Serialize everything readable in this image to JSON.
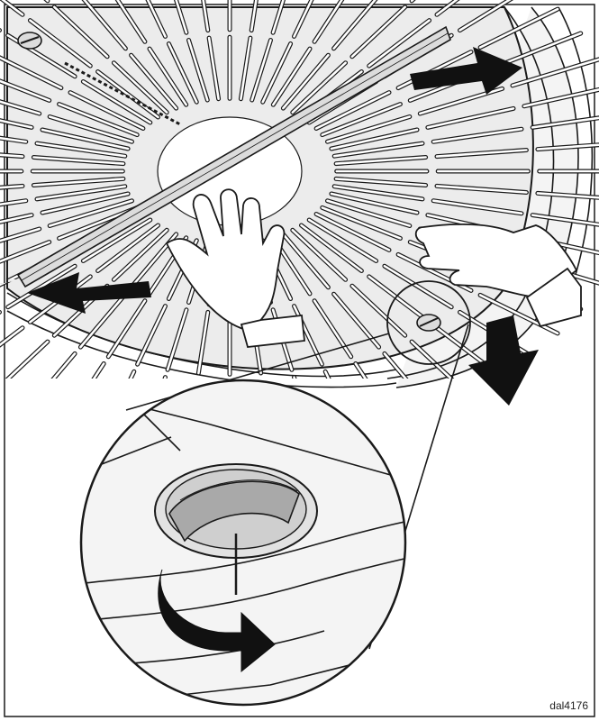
{
  "figure": {
    "reference_code": "dal4176",
    "colors": {
      "line": "#1a1a1a",
      "paper": "#ffffff",
      "filter_surface": "#ececec",
      "housing": "#f4f4f4",
      "slot": "#ffffff",
      "arrow_fill": "#111111"
    },
    "parts": {
      "filter_panel": "grease-filter",
      "hands": "hands-icon",
      "screw": "turn-screw-icon",
      "arrows": [
        "slide-left-arrow",
        "slide-right-arrow",
        "pull-down-arrow",
        "rotate-arrow"
      ]
    }
  }
}
